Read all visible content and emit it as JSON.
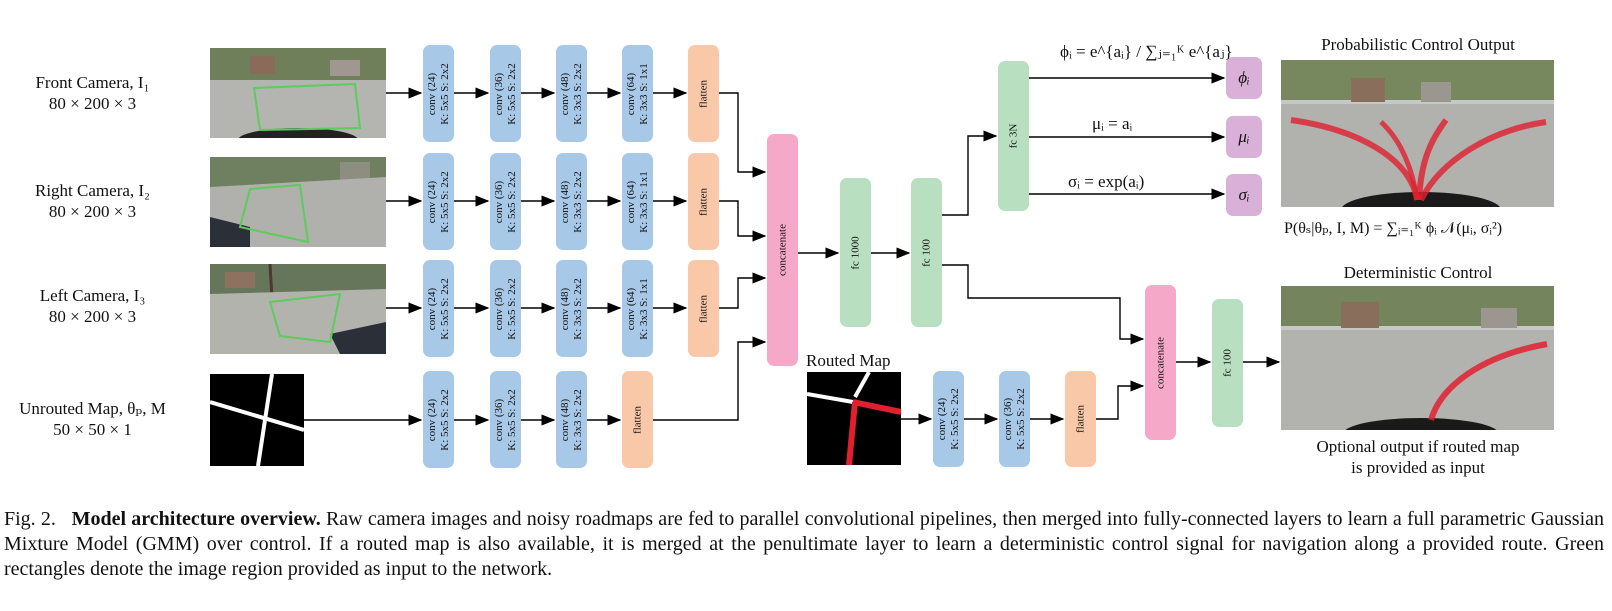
{
  "inputs": [
    {
      "label": "Front Camera, I₁",
      "dims": "80 × 200 × 3"
    },
    {
      "label": "Right Camera, I₂",
      "dims": "80 × 200 × 3"
    },
    {
      "label": "Left Camera, I₃",
      "dims": "80 × 200 × 3"
    },
    {
      "label": "Unrouted Map, θₚ, M",
      "dims": "50 × 50 × 1"
    }
  ],
  "blocks": {
    "conv24_55": "conv (24)\nK: 5x5 S: 2x2",
    "conv36_55": "conv (36)\nK: 5x5 S: 2x2",
    "conv48_55": "conv (48)\nK: 3x3 S: 2x2",
    "conv48_33": "conv (48)\nK: 3x3 S: 2x2",
    "conv64_11": "conv (64)\nK: 3x3 S: 1x1",
    "flatten": "flatten",
    "concatenate": "concatenate",
    "fc1000": "fc 1000",
    "fc100": "fc 100",
    "fc3n": "fc 3N"
  },
  "outputs": {
    "phi": "ϕᵢ",
    "mu": "μᵢ",
    "sigma": "σᵢ",
    "phi_eq": "ϕᵢ = e^{aᵢ} / ∑ⱼ₌₁ᴷ e^{aⱼ}",
    "mu_eq": "μᵢ = aᵢ",
    "sigma_eq": "σᵢ = exp(aᵢ)"
  },
  "right_panel": {
    "prob_title": "Probabilistic Control Output",
    "prob_formula": "P(θₛ|θₚ, I, M) = ∑ᵢ₌₁ᴷ ϕᵢ 𝒩(μᵢ, σᵢ²)",
    "det_title": "Deterministic Control",
    "det_note_1": "Optional output if routed map",
    "det_note_2": "is provided as input"
  },
  "routed_map_label": "Routed Map",
  "caption": {
    "fig": "Fig. 2.",
    "bold": "Model architecture overview.",
    "text": "Raw camera images and noisy roadmaps are fed to parallel convolutional pipelines, then merged into fully-connected layers to learn a full parametric Gaussian Mixture Model (GMM) over control. If a routed map is also available, it is merged at the penultimate layer to learn a deterministic control signal for navigation along a provided route. Green rectangles denote the image region provided as input to the network."
  },
  "colors": {
    "conv": "#a8c8e8",
    "flatten": "#f8c8a8",
    "concat": "#f5a8c8",
    "fc": "#b8e0c0",
    "out": "#d8b0d8",
    "roi": "#5ccc5c",
    "route": "#e02030"
  }
}
